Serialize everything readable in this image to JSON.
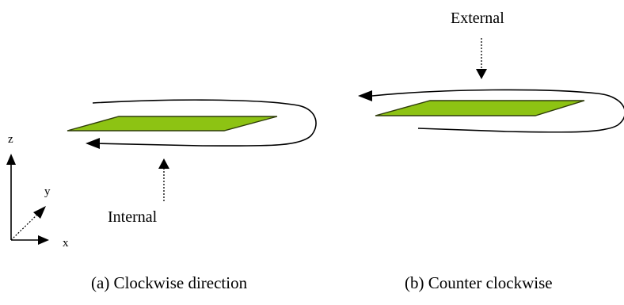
{
  "axes": {
    "z_label": "z",
    "y_label": "y",
    "x_label": "x"
  },
  "panel_a": {
    "caption": "(a) Clockwise direction",
    "arrow_label": "Internal"
  },
  "panel_b": {
    "caption": "(b) Counter clockwise",
    "arrow_label": "External"
  },
  "colors": {
    "plate_fill": "#8dc313",
    "plate_stroke": "#2f3d0a",
    "line": "#000000",
    "background": "#ffffff"
  }
}
